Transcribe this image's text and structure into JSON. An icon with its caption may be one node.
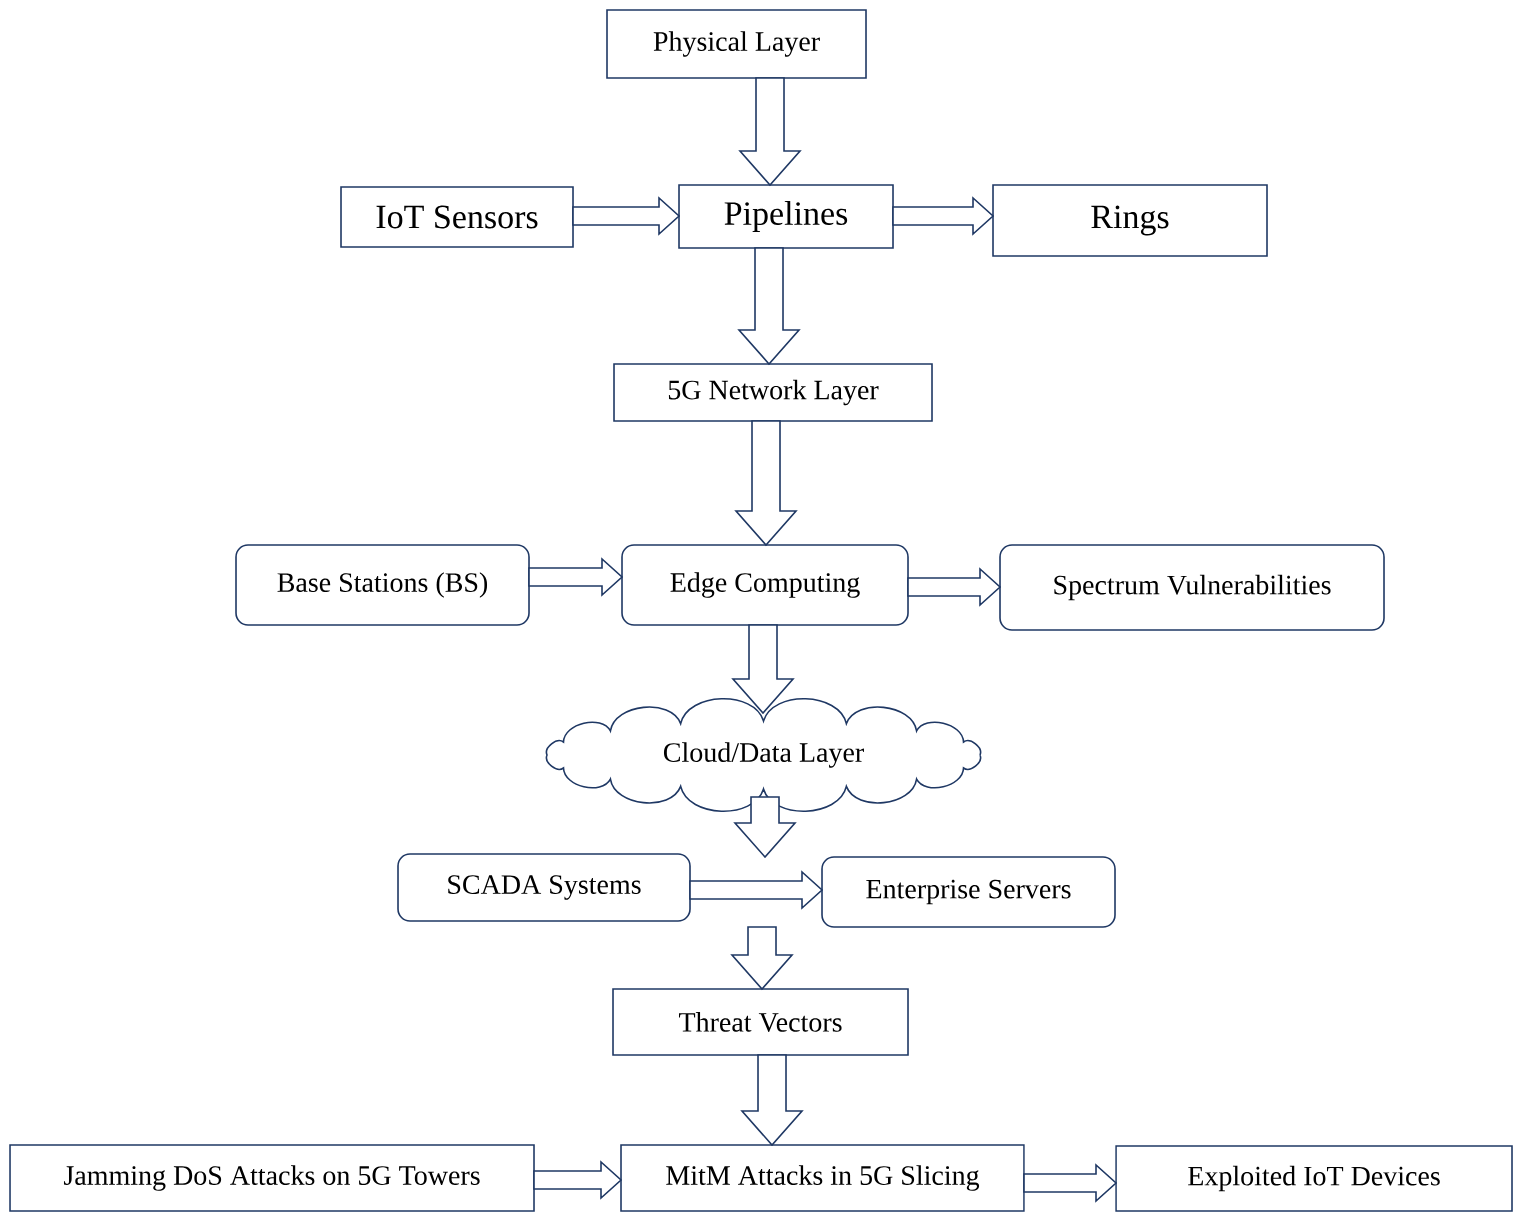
{
  "diagram": {
    "nodes": [
      {
        "text": [
          "Physical Layer"
        ]
      },
      {
        "text": [
          "IoT Sensors"
        ]
      },
      {
        "text": [
          "Pipelines"
        ]
      },
      {
        "text": [
          "Rings"
        ]
      },
      {
        "text": [
          "5G Network Layer"
        ]
      },
      {
        "text": [
          "Base Stations (BS)"
        ]
      },
      {
        "text": [
          "Edge Computing"
        ]
      },
      {
        "text": [
          "Spectrum Vulnerabilities"
        ]
      },
      {
        "text": [
          "Cloud/Data Layer"
        ]
      },
      {
        "text": [
          "SCADA Systems"
        ]
      },
      {
        "text": [
          "Enterprise Servers"
        ]
      },
      {
        "text": [
          "Threat Vectors"
        ]
      },
      {
        "text": [
          "Jamming DoS Attacks on 5G Towers"
        ]
      },
      {
        "text": [
          "MitM Attacks in 5G Slicing"
        ]
      },
      {
        "text": [
          "Exploited IoT Devices"
        ]
      }
    ],
    "edges": [
      {
        "from": 0,
        "to": 2,
        "arrow": "to"
      },
      {
        "from": 1,
        "to": 2,
        "arrow": "to"
      },
      {
        "from": 2,
        "to": 3,
        "arrow": "to"
      },
      {
        "from": 2,
        "to": 4,
        "arrow": "to"
      },
      {
        "from": 4,
        "to": 6,
        "arrow": "to"
      },
      {
        "from": 5,
        "to": 6,
        "arrow": "to"
      },
      {
        "from": 6,
        "to": 7,
        "arrow": "to"
      },
      {
        "from": 6,
        "to": 8,
        "arrow": "to"
      },
      {
        "from": 8,
        "to": 10,
        "arrow": "to"
      },
      {
        "from": 9,
        "to": 10,
        "arrow": "to"
      },
      {
        "from": 10,
        "to": 11,
        "arrow": "to"
      },
      {
        "from": 11,
        "to": 13,
        "arrow": "to"
      },
      {
        "from": 12,
        "to": 13,
        "arrow": "to"
      },
      {
        "from": 13,
        "to": 14,
        "arrow": "to"
      }
    ]
  }
}
